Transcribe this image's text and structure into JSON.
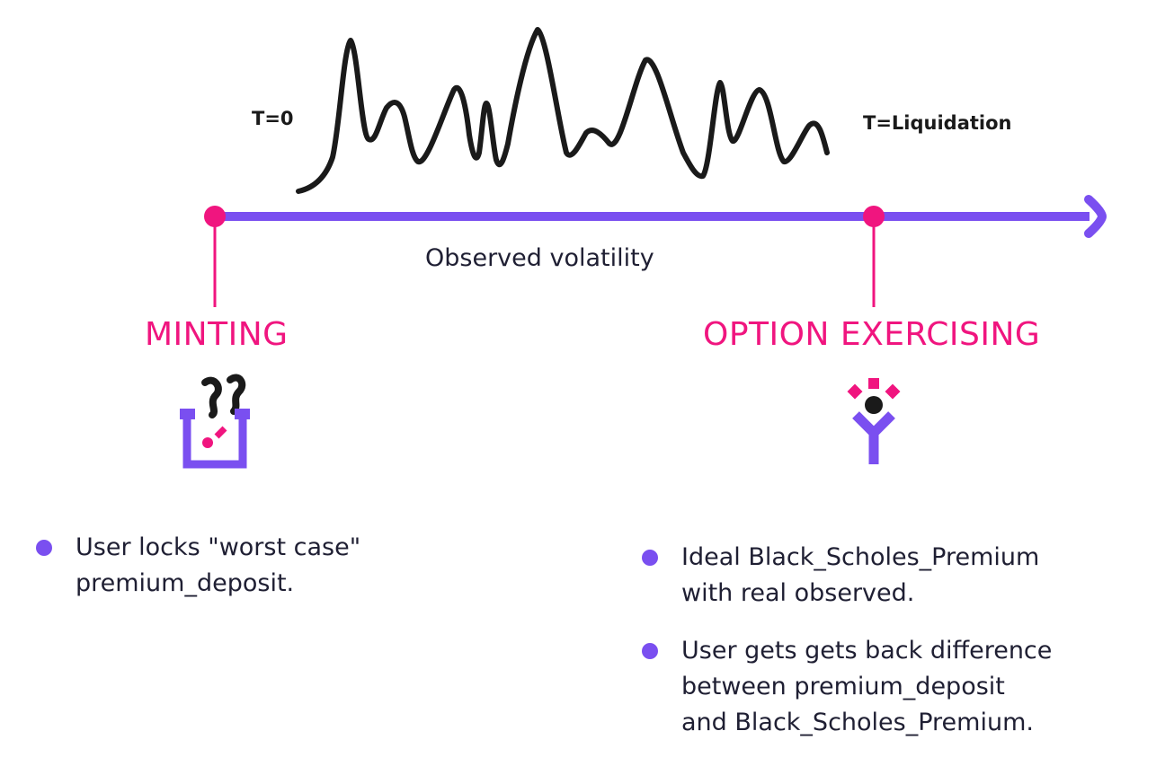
{
  "colors": {
    "accent_pink": "#f0157f",
    "accent_purple": "#7a4ff0",
    "curve": "#1a1a1a",
    "text": "#1f1f33"
  },
  "timeline": {
    "start_label": "T=0",
    "end_label": "T=Liquidation",
    "axis_caption": "Observed volatility"
  },
  "phases": {
    "minting": {
      "title": "MINTING",
      "icon": "minting-icon",
      "bullets": [
        "User locks \"worst case\"\npremium_deposit."
      ]
    },
    "exercising": {
      "title": "OPTION EXERCISING",
      "icon": "exercising-icon",
      "bullets": [
        "Ideal Black_Scholes_Premium\nwith real observed.",
        "User gets gets back difference\nbetween premium_deposit\nand Black_Scholes_Premium."
      ]
    }
  }
}
